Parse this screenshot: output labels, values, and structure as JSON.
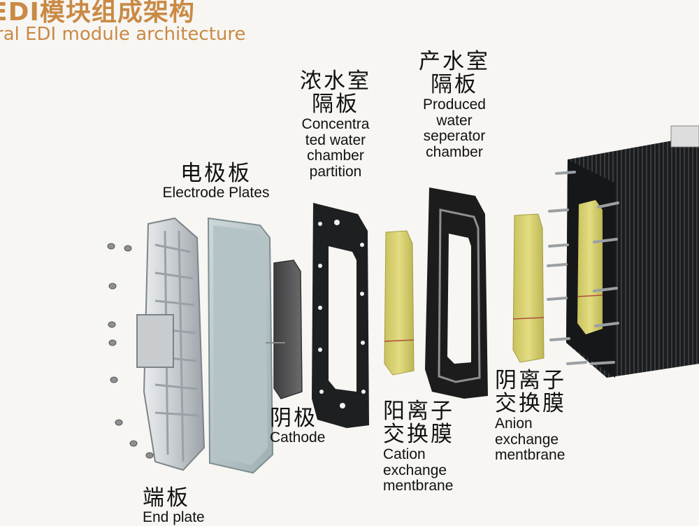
{
  "header": {
    "title_cn": "EDI模块组成架构",
    "title_en": "ral EDI module architecture"
  },
  "labels": {
    "electrode_plates": {
      "cn": "电极板",
      "en": "Electrode Plates"
    },
    "concentrated": {
      "cn1": "浓水室",
      "cn2": "隔板",
      "en": [
        "Concentra",
        "ted water",
        "chamber",
        "partition"
      ]
    },
    "produced": {
      "cn1": "产水室",
      "cn2": "隔板",
      "en": [
        "Produced",
        "water",
        "seperator",
        "chamber"
      ]
    },
    "cathode": {
      "cn": "阴极",
      "en": "Cathode"
    },
    "cation": {
      "cn1": "阳离子",
      "cn2": "交换膜",
      "en": [
        "Cation",
        "exchange",
        "mentbrane"
      ]
    },
    "anion": {
      "cn1": "阴离子",
      "cn2": "交换膜",
      "en": [
        "Anion",
        "exchange",
        "mentbrane"
      ]
    },
    "end_plate": {
      "cn": "端板",
      "en": "End plate"
    }
  },
  "colors": {
    "title": "#c98a45",
    "membrane_yellow": "#d6cf6e",
    "gasket_black": "#1c1c1c",
    "plate_silver": "#b9c2c4",
    "stack_black": "#222426"
  }
}
